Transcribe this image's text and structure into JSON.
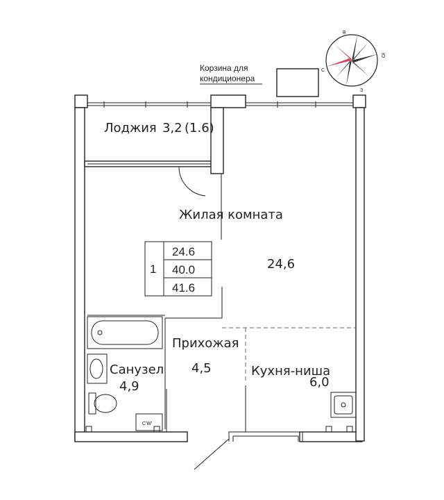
{
  "compass": {
    "dirs": [
      "В",
      "Ю",
      "З",
      "С"
    ],
    "colors": {
      "dark": "#333333",
      "accent": "#d0455f"
    }
  },
  "ac_basket": {
    "label_line1": "Корзина для",
    "label_line2": "кондиционера"
  },
  "rooms": {
    "loggia": {
      "name": "Лоджия",
      "area": "3,2",
      "area_reduced": "(1.6)"
    },
    "living": {
      "name": "Жилая комната",
      "area": "24,6"
    },
    "hallway": {
      "name": "Прихожая",
      "area": "4,5"
    },
    "bathroom": {
      "name": "Санузел",
      "area": "4,9"
    },
    "kitchen": {
      "name": "Кухня-ниша",
      "area": "6,0"
    }
  },
  "summary_table": {
    "rooms_count": "1",
    "living_area": "24.6",
    "total_area": "40.0",
    "total_with_balcony": "41.6"
  },
  "cw_label": "C'W'"
}
